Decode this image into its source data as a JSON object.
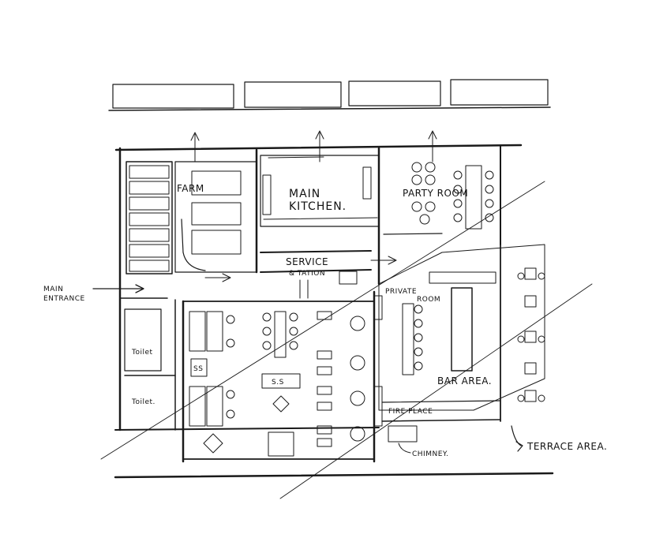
{
  "labels": {
    "farm": "FARM",
    "main_kitchen_1": "MAIN",
    "main_kitchen_2": "KITCHEN.",
    "party_room": "PARTY ROOM",
    "service_1": "SERVICE",
    "service_2": "& TATION",
    "main_entrance_1": "MAIN",
    "main_entrance_2": "ENTRANCE",
    "private_room_1": "PRIVATE",
    "private_room_2": "ROOM",
    "toilet_1": "Toilet",
    "toilet_2": "Toilet.",
    "ss_1": "SS",
    "ss_2": "S.S",
    "bar_area": "BAR AREA.",
    "fire_place": "FIRE PLACE",
    "chimney": "CHIMNEY.",
    "terrace_area": "TERRACE AREA."
  },
  "colors": {
    "ink": "#1a1a1a",
    "paper": "#ffffff",
    "hatch": "#2a2a2a"
  }
}
